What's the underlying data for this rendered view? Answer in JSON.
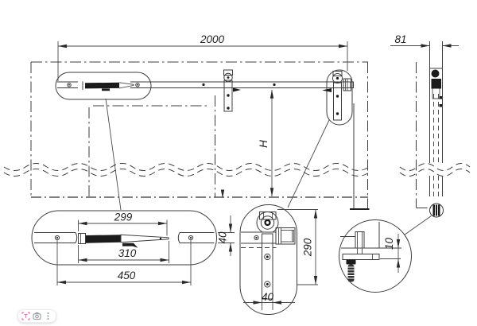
{
  "drawing": {
    "type": "technical-drawing",
    "subject": "sliding-barn-door-hardware",
    "dimensions": {
      "track_length": "2000",
      "side_width": "81",
      "door_height": "H",
      "latch_inner": "299",
      "latch_body": "310",
      "latch_mount": "450",
      "rail_height": "40",
      "hanger_height": "290",
      "hanger_offset": "40",
      "floor_gap": "10"
    },
    "line_color": "#3c3c3c"
  },
  "toolbar": {
    "buttons": [
      {
        "label": "text-recognition",
        "color": "#ee7fb0"
      },
      {
        "label": "camera-search",
        "color": "#8f9398"
      },
      {
        "label": "more-options",
        "color": "#8f9398"
      }
    ]
  }
}
